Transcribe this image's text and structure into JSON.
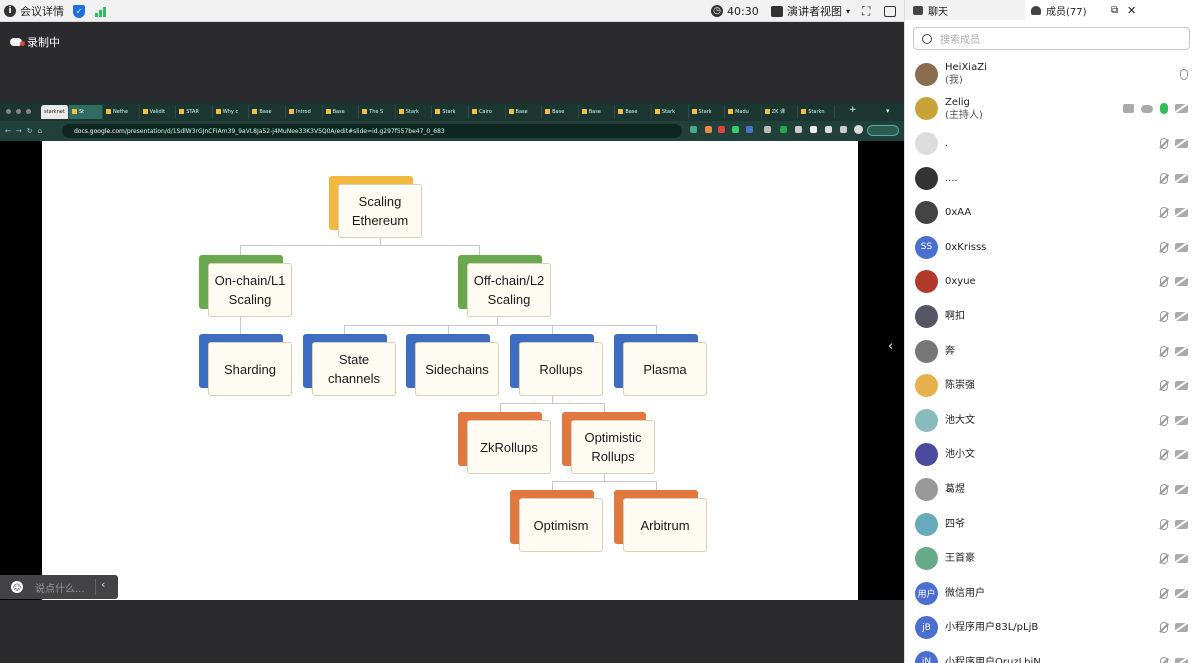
{
  "topbar": {
    "meeting_info": "会议详情",
    "timer": "40:30",
    "view_mode": "演讲者视图"
  },
  "stage": {
    "recording": "录制中",
    "chat_placeholder": "说点什么..."
  },
  "browser": {
    "tabs": [
      "starknet",
      "St",
      "Nethe",
      "Validit",
      "STAR",
      "Why c",
      "Base",
      "Introd",
      "Base",
      "The S",
      "Stark",
      "Stark",
      "Cairo",
      "Base",
      "Base",
      "Base",
      "Base",
      "Stark",
      "Stark",
      "Madu",
      "ZK 课",
      "Starkn"
    ],
    "url_host": "docs.google.com",
    "url_path": "/presentation/d/1SdlW3rGJnCFIAm39_9aVL8Ja52-j4MuNee33K3V5Q0A/edit#slide=id.g297f557be47_0_683"
  },
  "diagram": {
    "root": "Scaling\nEthereum",
    "onchain": "On-chain/L1\nScaling",
    "offchain": "Off-chain/L2\nScaling",
    "sharding": "Sharding",
    "state_channels": "State\nchannels",
    "sidechains": "Sidechains",
    "rollups": "Rollups",
    "plasma": "Plasma",
    "zkrollups": "ZkRollups",
    "optimistic_rollups": "Optimistic\nRollups",
    "optimism": "Optimism",
    "arbitrum": "Arbitrum",
    "colors": {
      "yellow": "#f1b941",
      "green": "#6aa84f",
      "blue": "#3d6cc1",
      "orange": "#e07840"
    }
  },
  "panel": {
    "chat_tab": "聊天",
    "members_tab": "成员(77)",
    "search_placeholder": "搜索成员",
    "members": [
      {
        "name": "HeiXiaZi",
        "role": "(我)",
        "avatar": "photo"
      },
      {
        "name": "Zelig",
        "role": "(主持人)",
        "avatar": "photo"
      },
      {
        "name": ".",
        "role": "",
        "avatar": "photo"
      },
      {
        "name": "....",
        "role": "",
        "avatar": "photo"
      },
      {
        "name": "0xAA",
        "role": "",
        "avatar": "photo"
      },
      {
        "name": "0xKrisss",
        "role": "",
        "avatar": "SS"
      },
      {
        "name": "0xyue",
        "role": "",
        "avatar": "photo"
      },
      {
        "name": "啊扣",
        "role": "",
        "avatar": "photo"
      },
      {
        "name": "奔",
        "role": "",
        "avatar": "photo"
      },
      {
        "name": "陈崇强",
        "role": "",
        "avatar": "photo"
      },
      {
        "name": "池大文",
        "role": "",
        "avatar": "photo"
      },
      {
        "name": "池小文",
        "role": "",
        "avatar": "photo"
      },
      {
        "name": "葛煜",
        "role": "",
        "avatar": "photo"
      },
      {
        "name": "四爷",
        "role": "",
        "avatar": "photo"
      },
      {
        "name": "王首豪",
        "role": "",
        "avatar": "photo"
      },
      {
        "name": "微信用户",
        "role": "",
        "avatar": "用户"
      },
      {
        "name": "小程序用户83L/pLjB",
        "role": "",
        "avatar": "jB"
      },
      {
        "name": "小程序用户QruzLbjN",
        "role": "",
        "avatar": "jN"
      }
    ]
  }
}
